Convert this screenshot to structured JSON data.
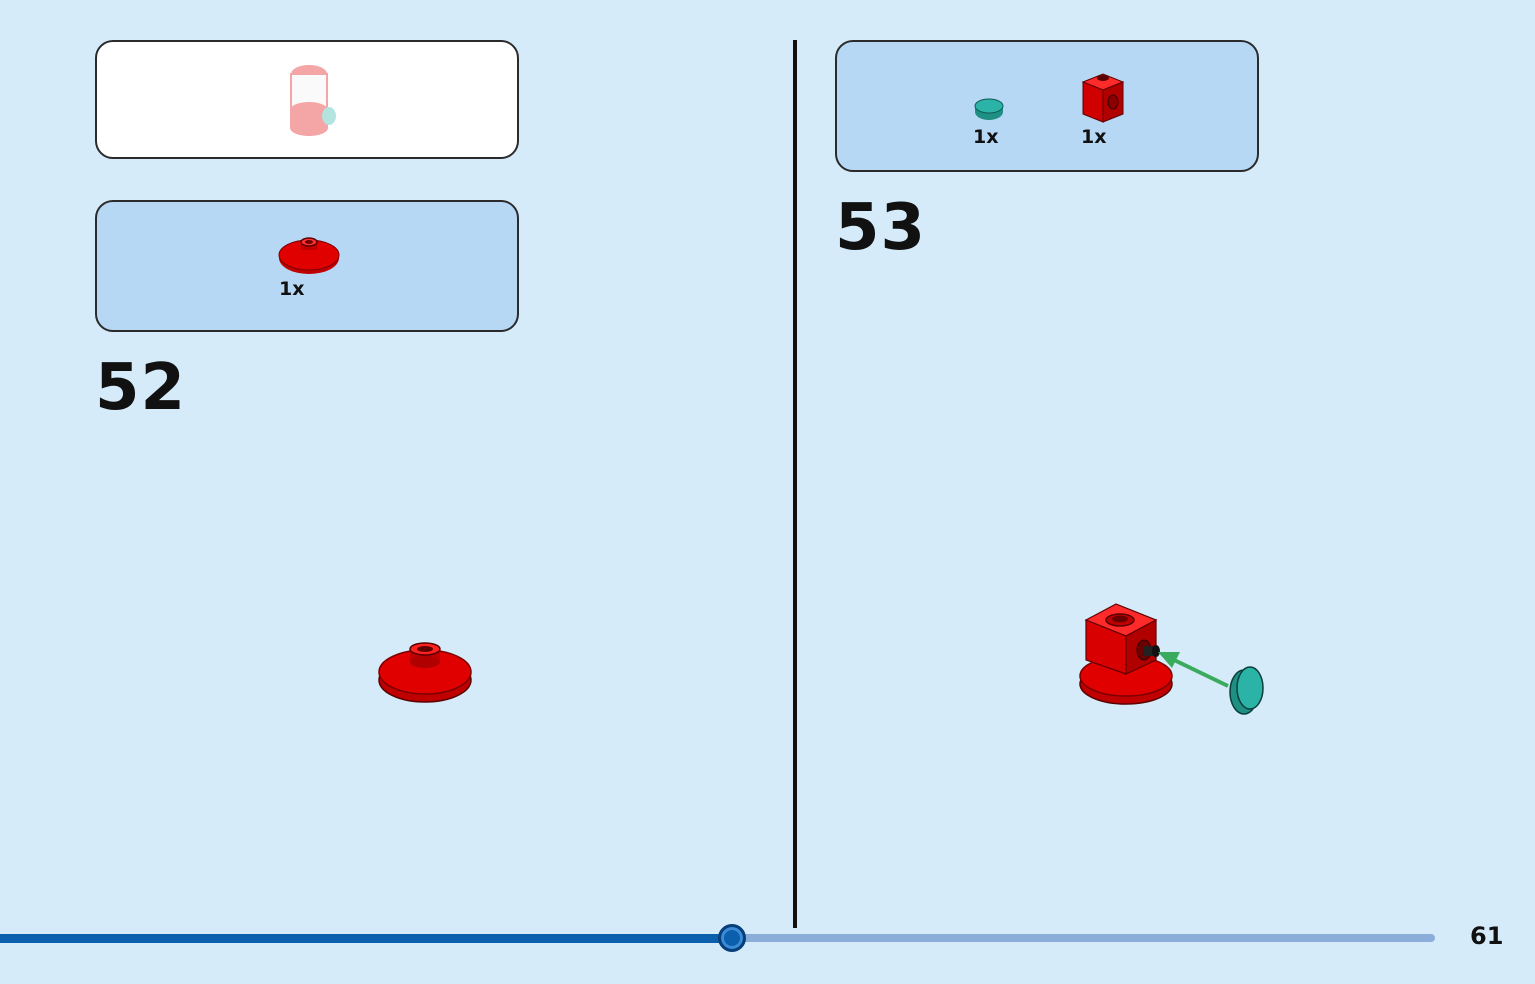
{
  "steps": [
    {
      "number": "52",
      "parts": [
        {
          "qty": "1x",
          "icon": "red-round-plate-icon"
        }
      ]
    },
    {
      "number": "53",
      "parts": [
        {
          "qty": "1x",
          "icon": "teal-round-tile-icon"
        },
        {
          "qty": "1x",
          "icon": "red-brick-with-hole-icon"
        }
      ]
    }
  ],
  "progress": {
    "fraction": 0.51
  },
  "page_number": "61",
  "colors": {
    "background": "#d5ebfa",
    "parts_box": "#b6d8f5",
    "brick_red": "#e00000",
    "tile_teal": "#2ab3a6",
    "arrow_green": "#3aaa5c",
    "progress_fill": "#0b60ae",
    "progress_track": "#8aaed9"
  }
}
